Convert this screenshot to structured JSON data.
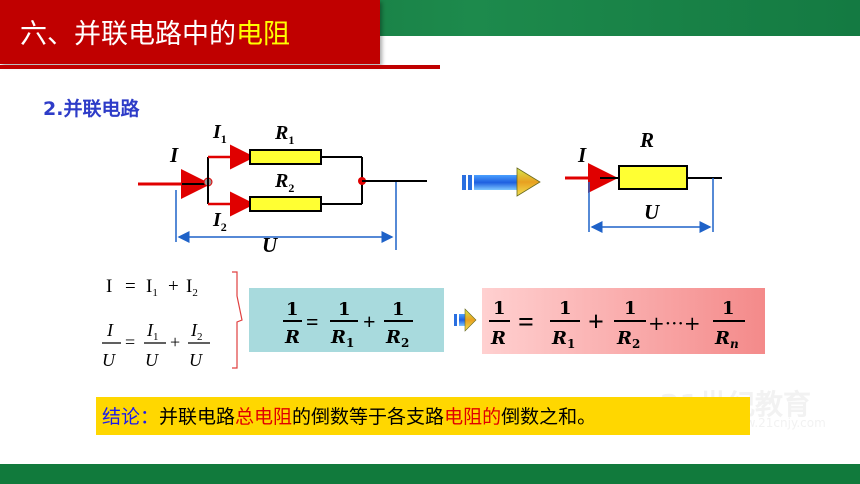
{
  "header": {
    "title_prefix": "六、并联电路中的",
    "title_highlight": "电阻"
  },
  "section": {
    "subtitle": "2.并联电路"
  },
  "circuit_parallel": {
    "current_total": "I",
    "branch1_current": "I",
    "branch1_current_sub": "1",
    "branch1_resistor": "R",
    "branch1_resistor_sub": "1",
    "branch2_resistor": "R",
    "branch2_resistor_sub": "2",
    "branch2_current": "I",
    "branch2_current_sub": "2",
    "voltage": "U"
  },
  "circuit_equivalent": {
    "current": "I",
    "resistor": "R",
    "voltage": "U"
  },
  "equations": {
    "eq1": {
      "lhs": "I",
      "rhs_a": "I",
      "rhs_a_sub": "1",
      "rhs_b": "I",
      "rhs_b_sub": "2"
    },
    "eq2": {
      "num_lhs": "I",
      "den": "U",
      "num_a": "I",
      "num_a_sub": "1",
      "num_b": "I",
      "num_b_sub": "2"
    },
    "box1": {
      "one": "1",
      "R": "R",
      "R1": "R",
      "R1_sub": "1",
      "R2": "R",
      "R2_sub": "2"
    },
    "box2": {
      "one": "1",
      "R": "R",
      "R1": "R",
      "R1_sub": "1",
      "R2": "R",
      "R2_sub": "2",
      "dots": "+···+",
      "Rn": "R",
      "Rn_sub": "n"
    }
  },
  "conclusion": {
    "label": "结论：",
    "part1": "并联电路",
    "part2": "总电阻",
    "part3": "的倒数等于各支路",
    "part4": "电阻的",
    "part5": "倒数",
    "part6": "之和。"
  },
  "watermark": {
    "text": "21世纪教育",
    "url": "www.21cnjy.com"
  },
  "colors": {
    "title_bg": "#c00000",
    "highlight": "#ffff00",
    "top_bar": "#1d8a4c",
    "resistor_fill": "#ffff33",
    "arrow_red": "#e00000",
    "conclusion_bg": "#ffd700"
  }
}
